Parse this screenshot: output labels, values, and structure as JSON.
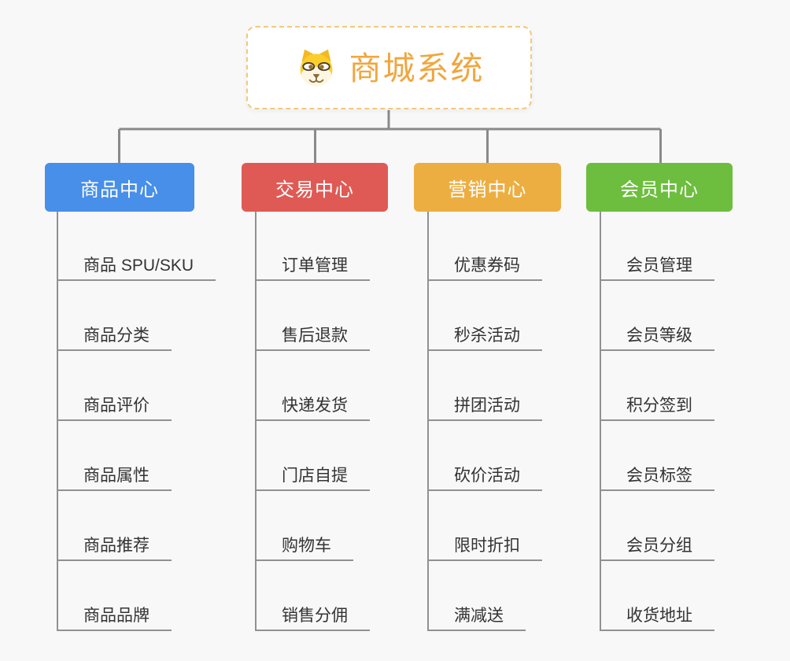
{
  "root": {
    "title": "商城系统",
    "icon": "dog-face"
  },
  "theme": {
    "background": "#f8f8f8",
    "root_border_color": "#f3c77c",
    "root_title_color": "#f0a63f",
    "connector_color": "#8a8a8a",
    "underline_color": "#919191",
    "item_text_color": "#333333",
    "header_text_color": "#ffffff"
  },
  "branches": [
    {
      "label": "商品中心",
      "color": "#478fe9",
      "items": [
        "商品 SPU/SKU",
        "商品分类",
        "商品评价",
        "商品属性",
        "商品推荐",
        "商品品牌"
      ]
    },
    {
      "label": "交易中心",
      "color": "#e05a55",
      "items": [
        "订单管理",
        "售后退款",
        "快递发货",
        "门店自提",
        "购物车",
        "销售分佣"
      ]
    },
    {
      "label": "营销中心",
      "color": "#edae41",
      "items": [
        "优惠券码",
        "秒杀活动",
        "拼团活动",
        "砍价活动",
        "限时折扣",
        "满减送"
      ]
    },
    {
      "label": "会员中心",
      "color": "#6dbe3e",
      "items": [
        "会员管理",
        "会员等级",
        "积分签到",
        "会员标签",
        "会员分组",
        "收货地址"
      ]
    }
  ]
}
